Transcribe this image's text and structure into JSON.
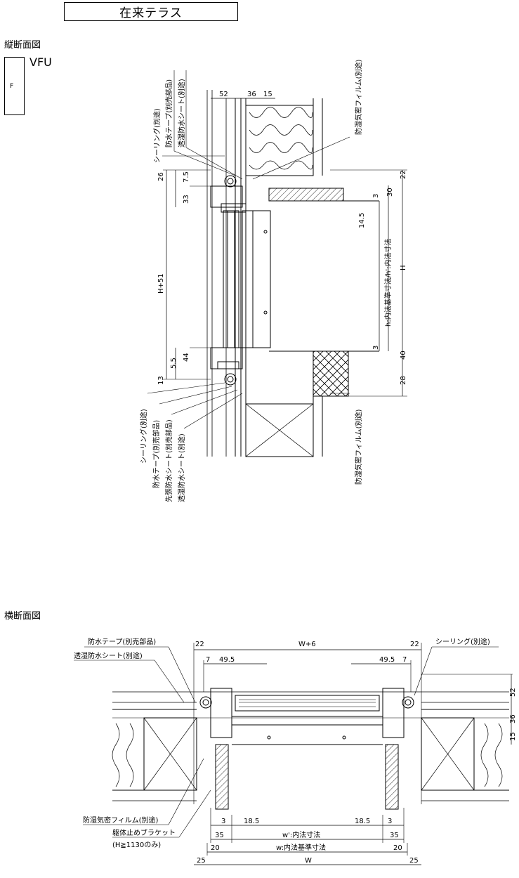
{
  "title": "在来テラス",
  "vertical_section": {
    "heading": "縦断面図",
    "legend_letter": "F",
    "model": "VFU",
    "labels_top": [
      "シーリング(別途)",
      "防水テープ(別売部品)",
      "透湿防水シート(別途)"
    ],
    "label_top_right": "防湿気密フィルム(別途)",
    "labels_bottom": [
      "シーリング(別途)",
      "防水テープ(別売部品)",
      "先張防水シート(別売部品)",
      "透湿防水シート(別途)"
    ],
    "label_bottom_right": "防湿気密フィルム(別途)",
    "dims_top": [
      "52",
      "36",
      "15"
    ],
    "dims_left": [
      "26",
      "7.5",
      "33",
      "H+51",
      "44",
      "5.5",
      "13"
    ],
    "dims_right": [
      "22",
      "30",
      "3",
      "14.5",
      "3",
      "40",
      "28"
    ],
    "inner_dim_label": "h:内法基準寸法/h':内法寸法",
    "height_label": "H"
  },
  "horizontal_section": {
    "heading": "横断面図",
    "labels_left": [
      "防水テープ(別売部品)",
      "透湿防水シート(別途)"
    ],
    "label_right": "シーリング(別途)",
    "labels_bottom_left": [
      "防湿気密フィルム(別途)",
      "躯体止めブラケット",
      "(H≧1130のみ)"
    ],
    "dims_top": [
      "22",
      "W+6",
      "22",
      "7",
      "49.5",
      "49.5",
      "7"
    ],
    "dims_right": [
      "52",
      "36",
      "15"
    ],
    "dims_bottom": [
      "3",
      "18.5",
      "18.5",
      "3",
      "35",
      "w':内法寸法",
      "35",
      "20",
      "w:内法基準寸法",
      "20",
      "25",
      "W",
      "25"
    ]
  }
}
